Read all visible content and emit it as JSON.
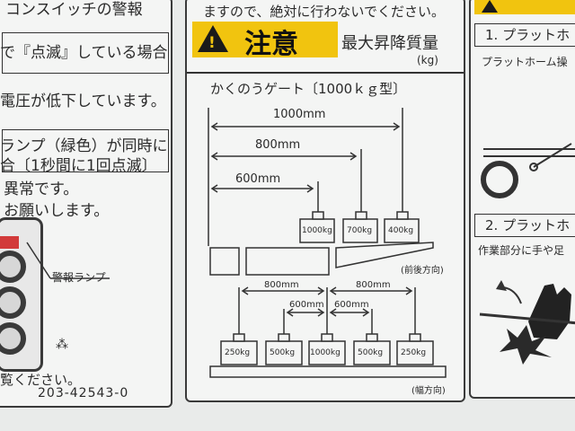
{
  "left_panel": {
    "lines": [
      "コンスイッチの警報",
      "で『点滅』している場合",
      "電圧が低下しています。",
      "ランプ（緑色）が同時に",
      "合〔1秒間に1回点滅〕",
      "異常です。",
      "お願いします。",
      "警報ランプ",
      "覧ください。",
      "203-42543-0"
    ]
  },
  "mid_panel": {
    "top_line": "ますので、絶対に行わないでください。",
    "caution": "注意",
    "heading": "最大昇降質量",
    "unit": "(kg)",
    "subtitle": "かくのうゲート〔1000ｋｇ型〕",
    "front_back": {
      "dims": [
        "1000mm",
        "800mm",
        "600mm"
      ],
      "weights": [
        "1000kg",
        "700kg",
        "400kg"
      ],
      "direction": "(前後方向)"
    },
    "width": {
      "dims_outer": [
        "800mm",
        "800mm"
      ],
      "dims_inner": [
        "600mm",
        "600mm"
      ],
      "weights": [
        "250kg",
        "500kg",
        "1000kg",
        "500kg",
        "250kg"
      ],
      "direction": "(幅方向)"
    }
  },
  "right_panel": {
    "step1": "1. プラットホ",
    "step1_text": "プラットホーム操",
    "step2": "2. プラットホ",
    "step2_text": "作業部分に手や足"
  }
}
